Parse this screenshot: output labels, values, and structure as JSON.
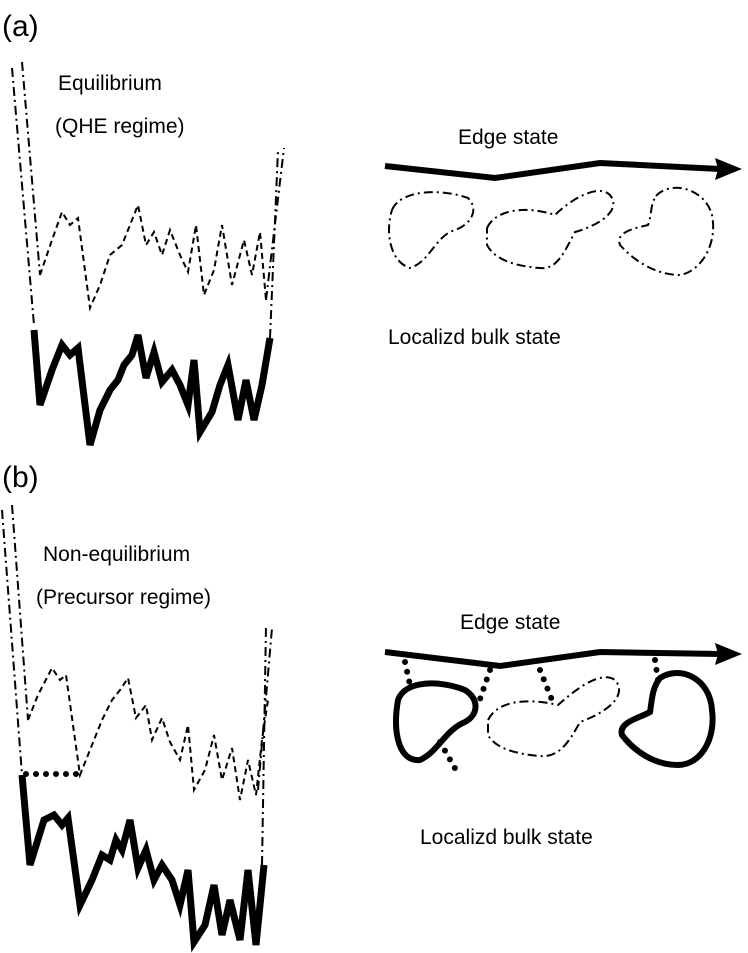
{
  "panels": [
    {
      "label": "(a)",
      "regime_title": "Equilibrium",
      "regime_subtitle": "(QHE regime)",
      "edge_label": "Edge state",
      "bulk_label": "Localizd bulk state"
    },
    {
      "label": "(b)",
      "regime_title": "Non-equilibrium",
      "regime_subtitle": "(Precursor regime)",
      "edge_label": "Edge state",
      "bulk_label": "Localizd bulk state"
    }
  ]
}
